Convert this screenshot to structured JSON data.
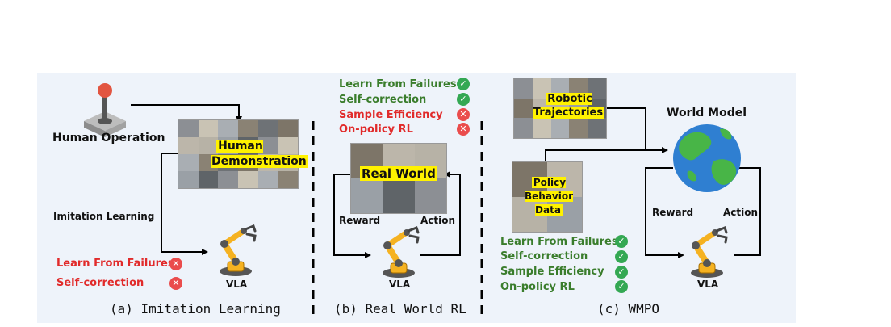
{
  "panel_a": {
    "human_operation": "Human Operation",
    "demo_label": "Human Demonstration",
    "imitation_learning": "Imitation Learning",
    "items": [
      {
        "text": "Learn From Failures",
        "status": "fail"
      },
      {
        "text": "Self-correction",
        "status": "fail"
      }
    ],
    "vla": "VLA",
    "caption": "(a) Imitation Learning"
  },
  "panel_b": {
    "items": [
      {
        "text": "Learn From Failures",
        "status": "ok"
      },
      {
        "text": "Self-correction",
        "status": "ok"
      },
      {
        "text": "Sample Efficiency",
        "status": "fail"
      },
      {
        "text": "On-policy RL",
        "status": "fail"
      }
    ],
    "real_world": "Real World",
    "reward": "Reward",
    "action": "Action",
    "vla": "VLA",
    "caption": "(b) Real World RL"
  },
  "panel_c": {
    "trajectories": "Robotic Trajectories",
    "world_model": "World Model",
    "policy_data": "Policy Behavior Data",
    "reward": "Reward",
    "action": "Action",
    "items": [
      {
        "text": "Learn From Failures",
        "status": "ok"
      },
      {
        "text": "Self-correction",
        "status": "ok"
      },
      {
        "text": "Sample Efficiency",
        "status": "ok"
      },
      {
        "text": "On-policy RL",
        "status": "ok"
      }
    ],
    "vla": "VLA",
    "caption": "(c) WMPO"
  },
  "colors": {
    "ok_text": "#3a7d2c",
    "fail_text": "#e12a2a",
    "ok_icon": "#34a853",
    "fail_icon": "#ea4c4c",
    "highlight": "#fff200",
    "robot": "#f5b221",
    "panel_bg": "#eef3fa"
  },
  "icons": {
    "joystick": "joystick-icon",
    "robot_arm": "robot-arm-icon",
    "globe": "globe-icon",
    "check": "check-circle-icon",
    "cross": "cross-circle-icon"
  }
}
